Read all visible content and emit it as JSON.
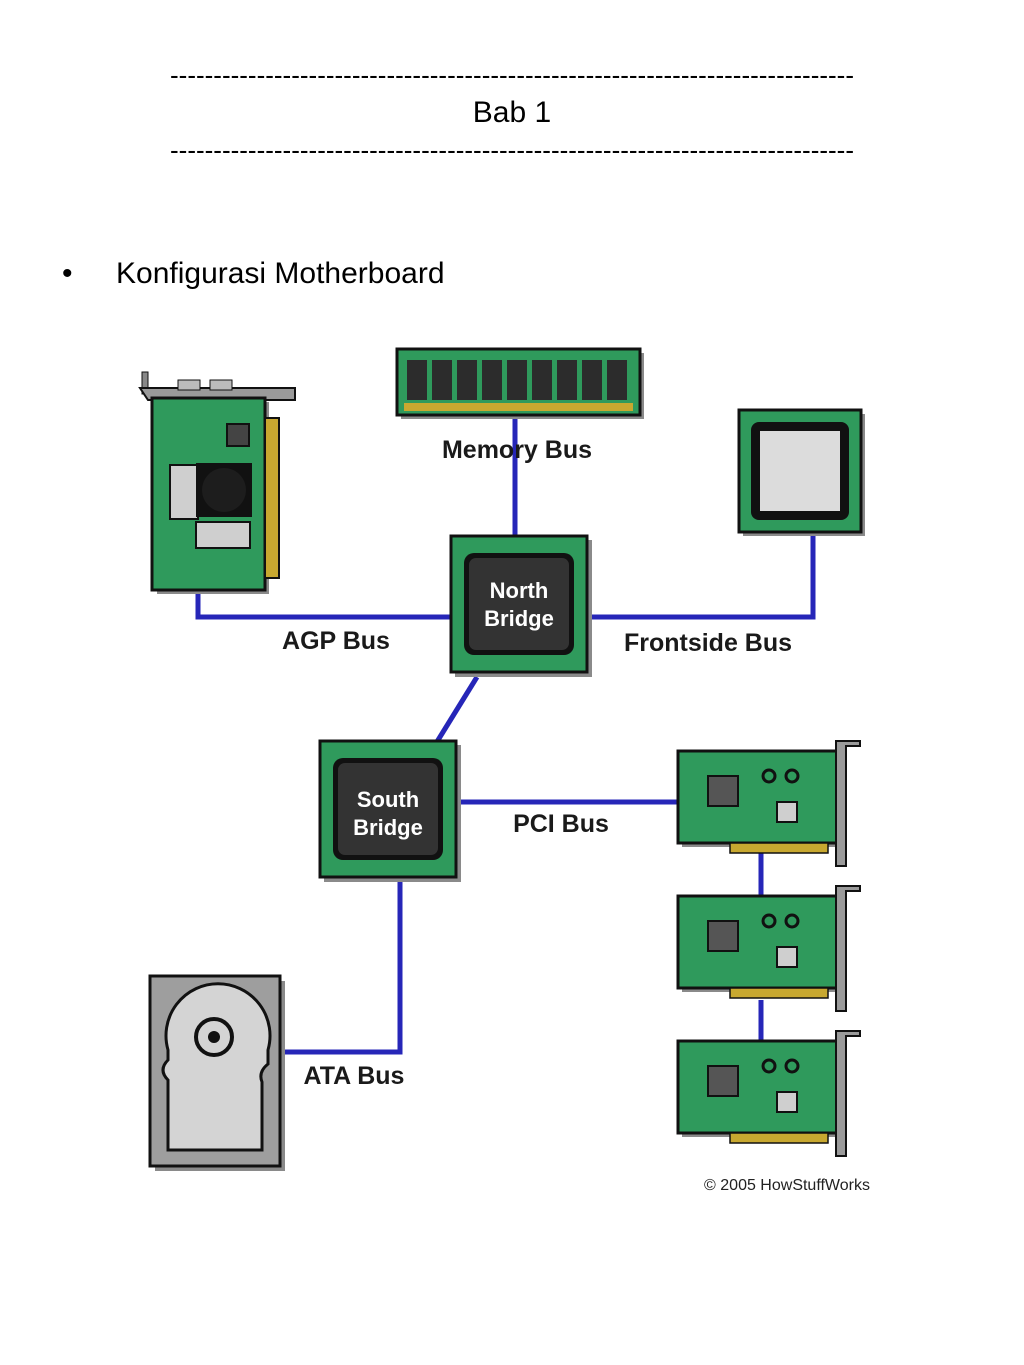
{
  "header": {
    "rule_top": "-------------------------------------------------------------------------------",
    "chapter": "Bab 1",
    "rule_bottom": "-------------------------------------------------------------------------------"
  },
  "section": {
    "bullet": "•",
    "title": "Konfigurasi Motherboard"
  },
  "diagram": {
    "labels": {
      "memory_bus": "Memory Bus",
      "agp_bus": "AGP Bus",
      "frontside_bus": "Frontside Bus",
      "pci_bus": "PCI Bus",
      "ata_bus": "ATA Bus"
    },
    "north_bridge": [
      "North",
      "Bridge"
    ],
    "south_bridge": [
      "South",
      "Bridge"
    ],
    "copyright": "© 2005 HowStuffWorks"
  },
  "colors": {
    "board_green": "#2f9a5c",
    "bus_blue": "#2626b8",
    "chip_dark": "#333333",
    "gold": "#c8a830"
  }
}
